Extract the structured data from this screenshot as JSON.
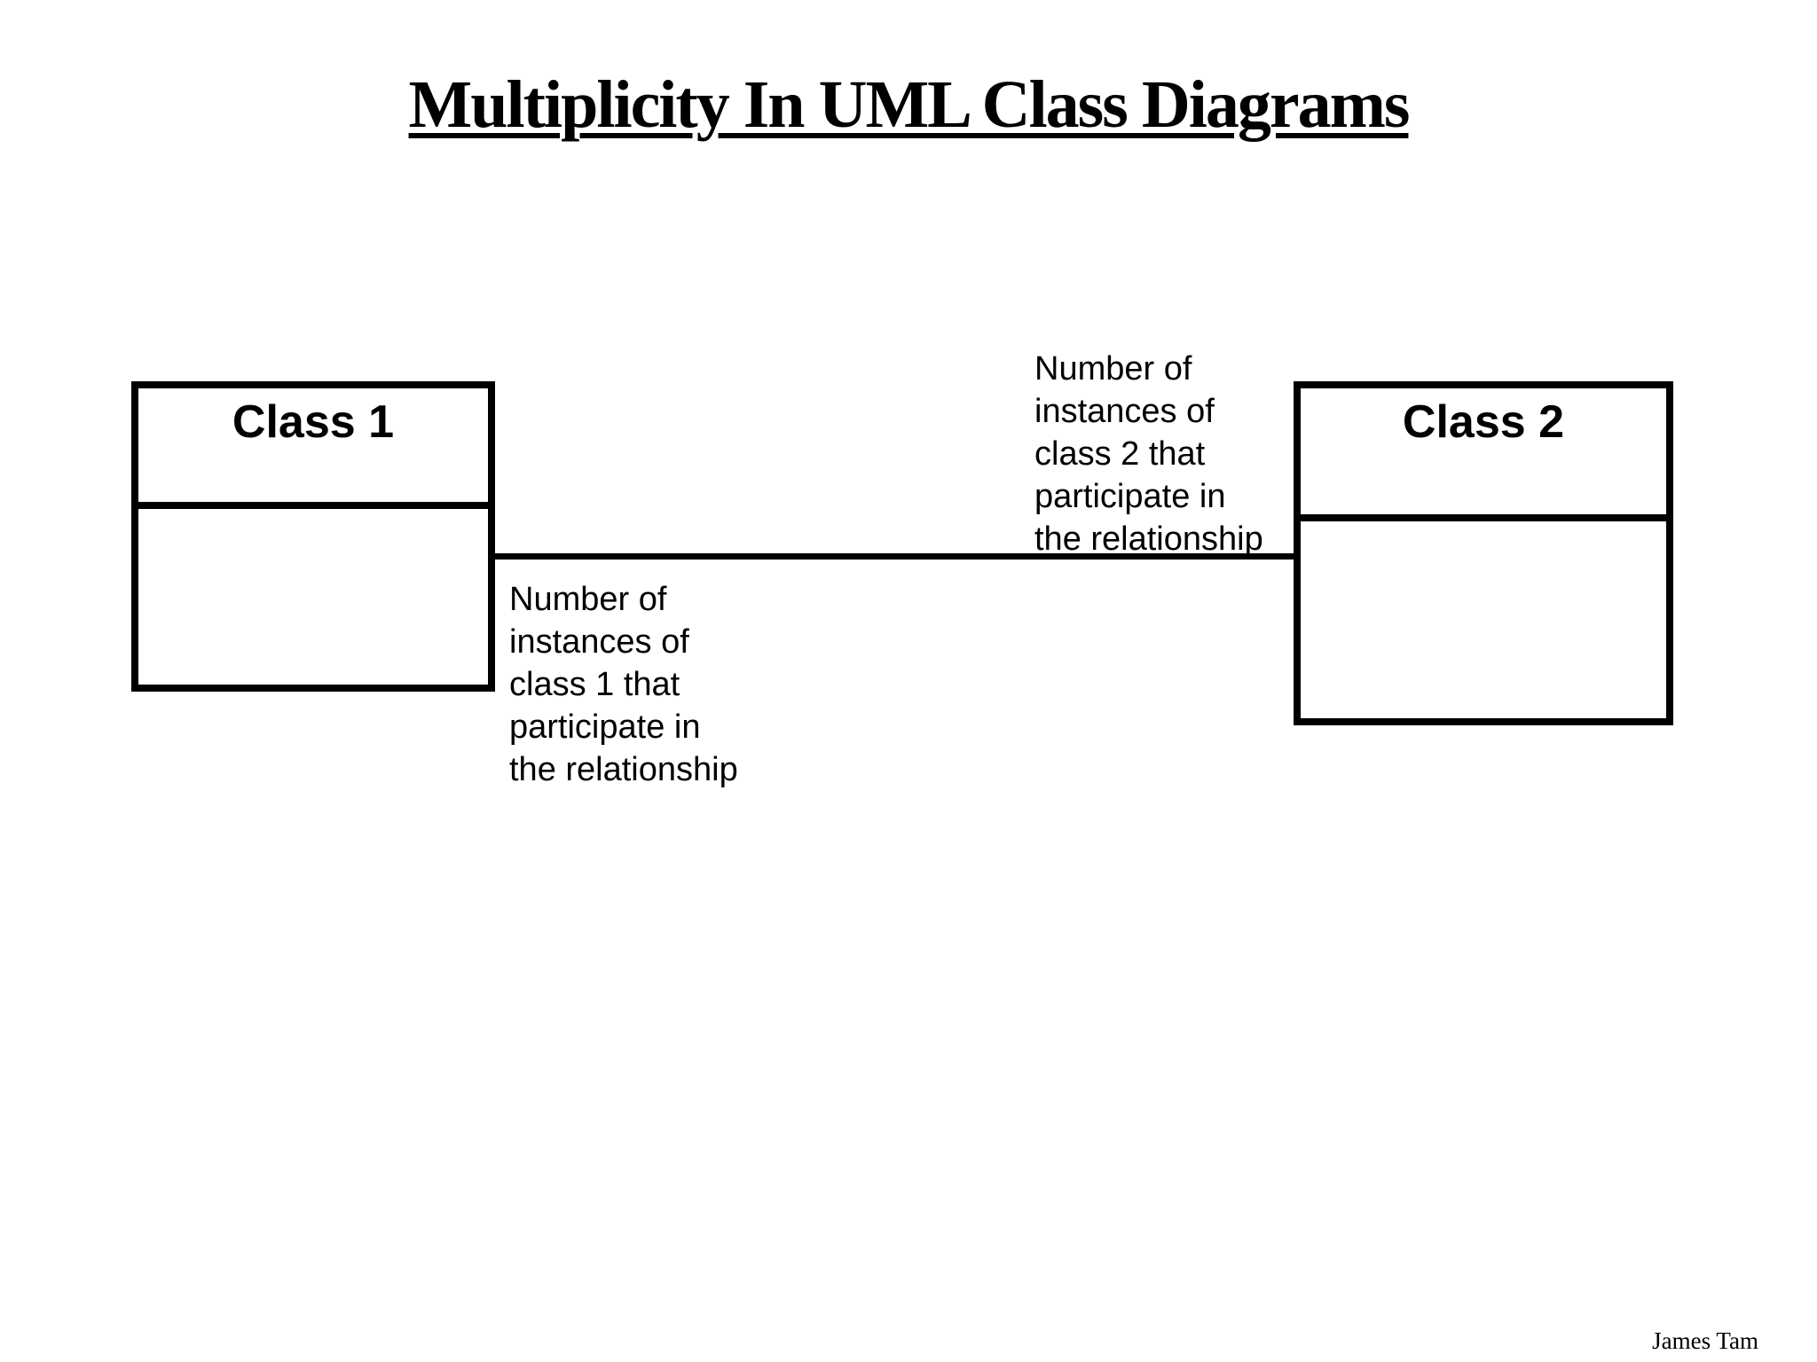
{
  "slide": {
    "title": "Multiplicity In UML Class Diagrams",
    "author": "James Tam"
  },
  "diagram": {
    "class1": {
      "name": "Class 1",
      "attributes": ""
    },
    "class2": {
      "name": "Class 2",
      "attributes": ""
    },
    "association": {
      "note_class1": "Number of\ninstances of\nclass 1 that\nparticipate in\nthe relationship",
      "note_class2": "Number of\ninstances of\nclass 2 that\nparticipate in\nthe relationship"
    }
  },
  "colors": {
    "foreground": "#000000",
    "background": "#ffffff"
  }
}
